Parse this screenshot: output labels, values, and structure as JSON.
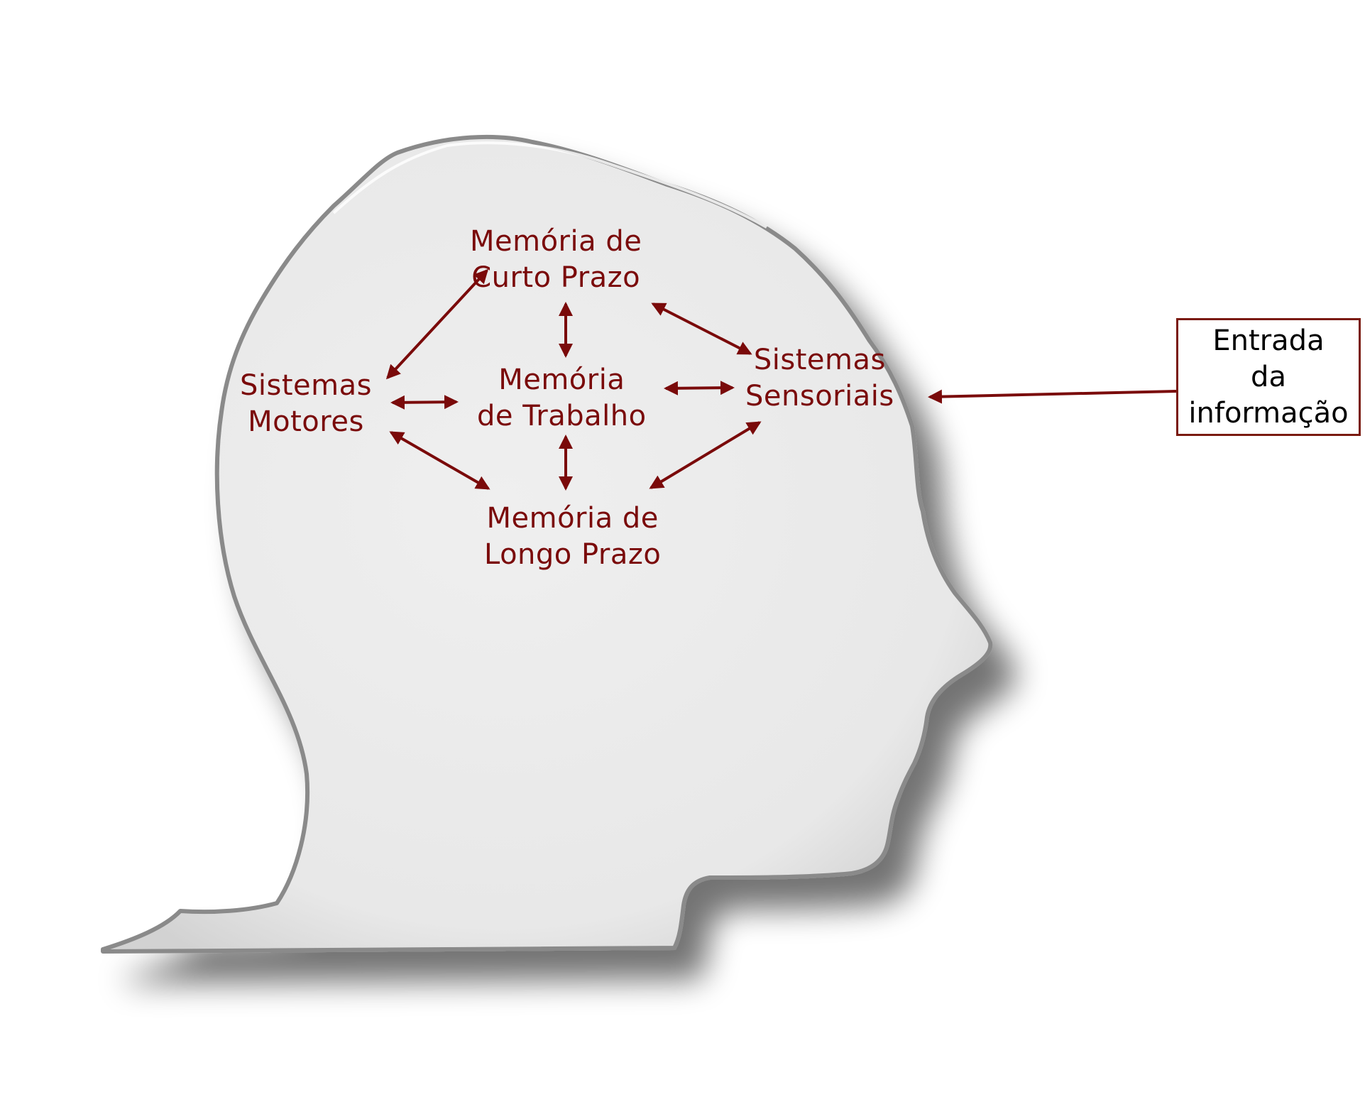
{
  "nodes": {
    "short_term_memory": {
      "line1": "Memória de",
      "line2": "Curto Prazo"
    },
    "working_memory": {
      "line1": "Memória",
      "line2": "de Trabalho"
    },
    "long_term_memory": {
      "line1": "Memória de",
      "line2": "Longo Prazo"
    },
    "motor_systems": {
      "line1": "Sistemas",
      "line2": "Motores"
    },
    "sensory_systems": {
      "line1": "Sistemas",
      "line2": "Sensoriais"
    }
  },
  "input_box": {
    "line1": "Entrada",
    "line2": "da",
    "line3": "informação"
  },
  "colors": {
    "arrow": "#7a0a0a",
    "label": "#7a0a0a",
    "box_border": "#7a1a10",
    "head_fill": "#ececec",
    "head_outline": "#8a8a8a"
  },
  "connections": [
    {
      "from": "motor_systems",
      "to": "short_term_memory",
      "type": "bidirectional"
    },
    {
      "from": "short_term_memory",
      "to": "sensory_systems",
      "type": "bidirectional"
    },
    {
      "from": "short_term_memory",
      "to": "working_memory",
      "type": "bidirectional"
    },
    {
      "from": "motor_systems",
      "to": "working_memory",
      "type": "bidirectional"
    },
    {
      "from": "working_memory",
      "to": "sensory_systems",
      "type": "bidirectional"
    },
    {
      "from": "working_memory",
      "to": "long_term_memory",
      "type": "bidirectional"
    },
    {
      "from": "motor_systems",
      "to": "long_term_memory",
      "type": "bidirectional"
    },
    {
      "from": "long_term_memory",
      "to": "sensory_systems",
      "type": "bidirectional"
    },
    {
      "from": "input_box",
      "to": "sensory_systems",
      "type": "directed"
    }
  ]
}
